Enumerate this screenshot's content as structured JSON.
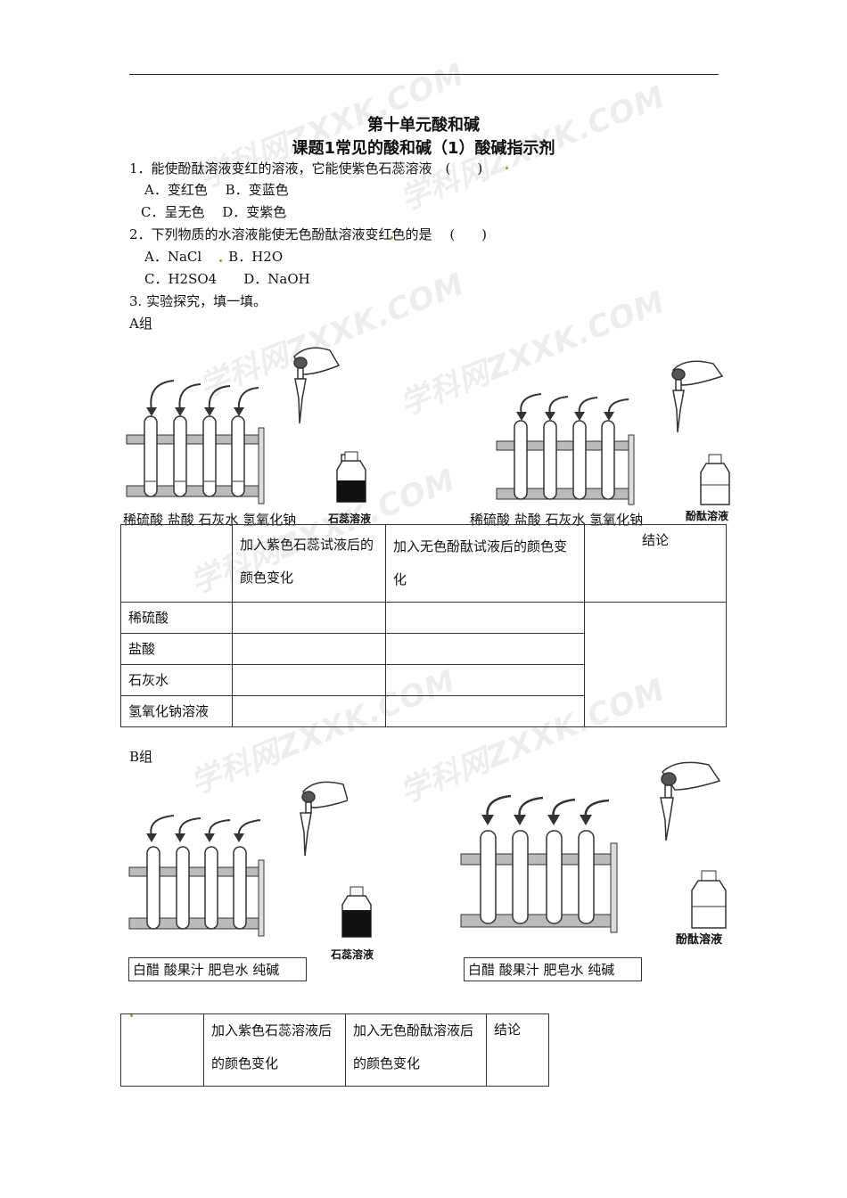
{
  "header": {
    "title": "第十单元酸和碱",
    "subtitle": "课题1常见的酸和碱（1）酸碱指示剂"
  },
  "questions": {
    "q1": "1．能使酚酞溶液变红的溶液，它能使紫色石蕊溶液　(　　)",
    "q1_a": "A．变红色　 B．变蓝色",
    "q1_c": "C．呈无色　 D．变紫色",
    "q2": "2．下列物质的水溶液能使无色酚酞溶液变红色的是　 (　　)",
    "q2_a": "A．NaCl　　B．H2O",
    "q2_c": "C．H2SO4　　D．NaOH",
    "q3": "3. 实验探究，填一填。"
  },
  "groupA": {
    "label": "A组",
    "left_labels": "稀硫酸  盐酸  石灰水  氢氧化钠",
    "right_labels": "稀硫酸  盐酸  石灰水  氢氧化钠",
    "litmus_bottle": "石蕊溶液",
    "phenol_bottle": "酚酞溶液",
    "table": {
      "header": [
        "",
        "加入紫色石蕊试液后的颜色变化",
        "加入无色酚酞试液后的颜色变化",
        "结论"
      ],
      "rows": [
        "稀硫酸",
        "盐酸",
        "石灰水",
        "氢氧化钠溶液"
      ]
    }
  },
  "groupB": {
    "label": "B组",
    "left_labels": "白醋 酸果汁 肥皂水 纯碱",
    "right_labels": "白醋 酸果汁 肥皂水 纯碱",
    "litmus_bottle": "石蕊溶液",
    "phenol_bottle": "酚酞溶液",
    "table": {
      "header": [
        "",
        "加入紫色石蕊溶液后的颜色变化",
        "加入无色酚酞溶液后的颜色变化",
        "结论"
      ]
    }
  },
  "watermark": "学科网ZXXK.COM"
}
